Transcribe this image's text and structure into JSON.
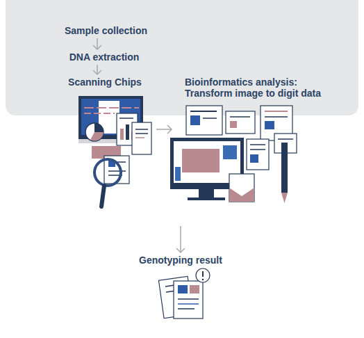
{
  "diagram": {
    "nodes": [
      {
        "text": [
          "Sample collection"
        ]
      },
      {
        "text": [
          "DNA extraction"
        ]
      },
      {
        "text": [
          "Scanning Chips"
        ]
      },
      {
        "text": [
          "Bioinformatics analysis: Transform image to digit data"
        ]
      },
      {
        "text": [
          "Genotyping result"
        ]
      }
    ],
    "edges": [
      {
        "from": 0,
        "to": 1,
        "arrow": "to"
      },
      {
        "from": 1,
        "to": 2,
        "arrow": "to"
      },
      {
        "from": 2,
        "to": 3,
        "arrow": "to"
      },
      {
        "from": 3,
        "to": 4,
        "arrow": "to"
      }
    ]
  }
}
